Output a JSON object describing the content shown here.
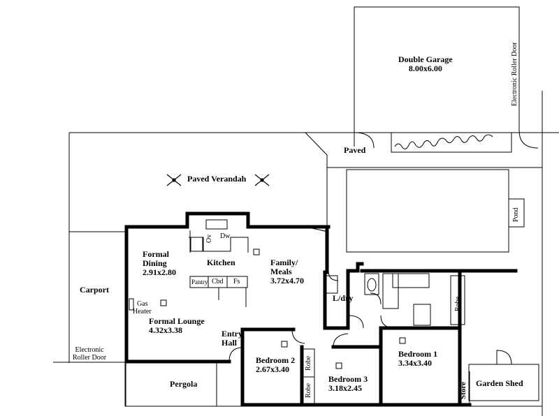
{
  "rooms": {
    "double_garage": {
      "name": "Double Garage",
      "size": "8.00x6.00"
    },
    "roller_door_garage": "Electronic Roller Door",
    "paved": "Paved",
    "paved_verandah": "Paved Verandah",
    "pond": "Pond",
    "carport": "Carport",
    "roller_door_carport_1": "Electronic",
    "roller_door_carport_2": "Roller Door",
    "formal_dining": {
      "line1": "Formal",
      "line2": "Dining",
      "size": "2.91x2.80"
    },
    "kitchen": "Kitchen",
    "family_meals": {
      "line1": "Family/",
      "line2": "Meals",
      "size": "3.72x4.70"
    },
    "pantry": "Pantry",
    "cbd": "Cbd",
    "fs": "Fs",
    "ov": "Ov",
    "dw": "Dw",
    "gas_heater": {
      "line1": "Gas",
      "line2": "Heater"
    },
    "formal_lounge": {
      "name": "Formal Lounge",
      "size": "4.32x3.38"
    },
    "entry_hall": {
      "line1": "Entry",
      "line2": "Hall"
    },
    "l_dry": "L/dry",
    "bedroom2": {
      "name": "Bedroom 2",
      "size": "2.67x3.40"
    },
    "bedroom3": {
      "name": "Bedroom 3",
      "size": "3.18x2.45"
    },
    "bedroom1": {
      "name": "Bedroom 1",
      "size": "3.34x3.40"
    },
    "robe_1": "Robe",
    "robe_2": "Robe",
    "robe_3": "Robe",
    "pergola": "Pergola",
    "store": "Store",
    "garden_shed": "Garden Shed"
  }
}
